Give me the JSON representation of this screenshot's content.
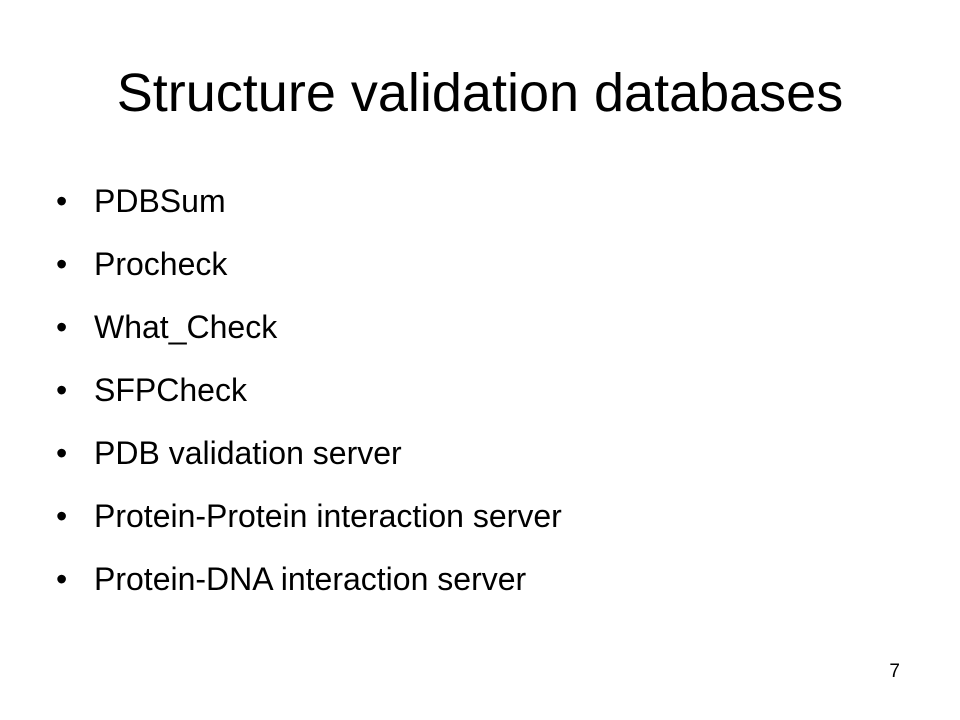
{
  "slide": {
    "title": "Structure validation databases",
    "bullet_symbol": "•",
    "bullets": [
      "PDBSum",
      "Procheck",
      "What_Check",
      "SFPCheck",
      "PDB validation server",
      "Protein-Protein interaction server",
      "Protein-DNA interaction server"
    ],
    "page_number": "7"
  }
}
